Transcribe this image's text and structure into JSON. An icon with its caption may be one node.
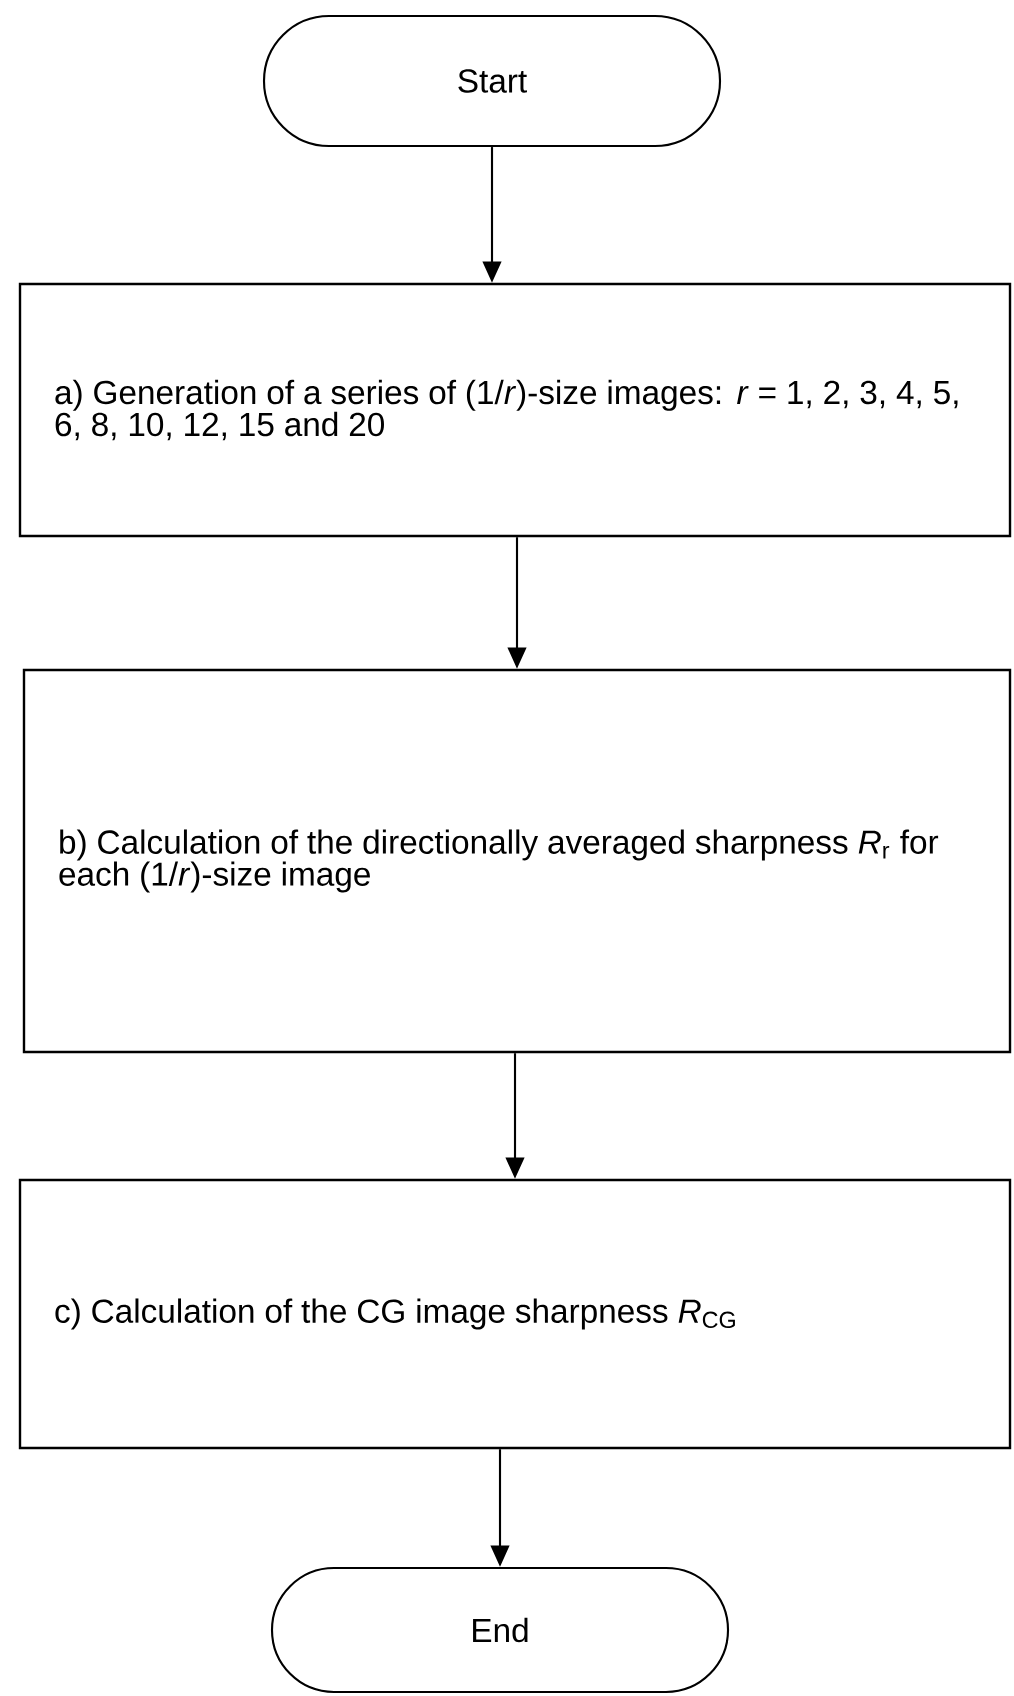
{
  "diagram": {
    "nodes": [
      {
        "text": [
          "Start"
        ]
      },
      {
        "text": [
          "a) Generation of a series of (1/*r*)-size images: *r* = 1, 2, 3, 4, 5, 6, 8, 10, 12, 15 and 20"
        ]
      },
      {
        "text": [
          "b) Calculation of the directionally averaged sharpness *R*$_{r}$ for each (1/*r*)-size image"
        ]
      },
      {
        "text": [
          "c) Calculation of the CG image sharpness *R*$_{CG}$"
        ]
      },
      {
        "text": [
          "End"
        ]
      }
    ],
    "edges": [
      {
        "from": 0,
        "to": 1,
        "arrow": "to"
      },
      {
        "from": 1,
        "to": 2,
        "arrow": "to"
      },
      {
        "from": 2,
        "to": 3,
        "arrow": "to"
      },
      {
        "from": 3,
        "to": 4,
        "arrow": "to"
      }
    ]
  }
}
